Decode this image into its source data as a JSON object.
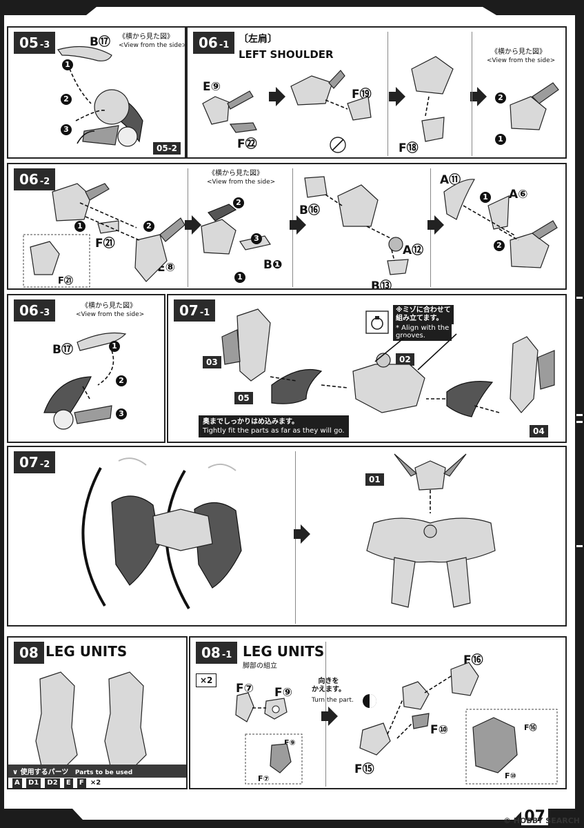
{
  "panels": {
    "p05_3": {
      "num": "05",
      "sub": "-3",
      "parts": [
        "B⑰"
      ],
      "side_jp": "《横から見た図》",
      "side_en": "<View from the side>",
      "ref": "05-2"
    },
    "p06_1": {
      "num": "06",
      "sub": "-1",
      "title_jp": "〔左肩〕",
      "title_en": "LEFT SHOULDER",
      "parts": [
        "E⑨",
        "F⑲",
        "F㉒",
        "F⑱"
      ],
      "side_jp": "《横から見た図》",
      "side_en": "<View from the side>"
    },
    "p06_2": {
      "num": "06",
      "sub": "-2",
      "parts": [
        "F㉑",
        "F㉑",
        "E⑧",
        "B❶",
        "B⑯",
        "A⑫",
        "B⑬",
        "A⑪",
        "A⑥"
      ],
      "side_jp": "《横から見た図》",
      "side_en": "<View from the side>"
    },
    "p06_3": {
      "num": "06",
      "sub": "-3",
      "parts": [
        "B⑰"
      ],
      "side_jp": "《横から見た図》",
      "side_en": "<View from the side>"
    },
    "p07_1": {
      "num": "07",
      "sub": "-1",
      "refs": [
        "03",
        "05",
        "02",
        "04"
      ],
      "note_jp": "※ミゾに合わせて\n組み立てます。",
      "note_en": "* Align with the\ngrooves.",
      "caption_jp": "奥までしっかりはめ込みます。",
      "caption_en": "Tightly fit the parts as far as they will go."
    },
    "p07_2": {
      "num": "07",
      "sub": "-2",
      "ref": "01"
    },
    "p08": {
      "num": "08",
      "title": "LEG UNITS",
      "parts_bar_jp": "使用するパーツ",
      "parts_bar_en": "Parts to be used",
      "chips": [
        "A",
        "D1",
        "D2",
        "E",
        "F"
      ],
      "multiplier": "×2"
    },
    "p08_1": {
      "num": "08",
      "sub": "-1",
      "title": "LEG UNITS",
      "title_jp": "脚部の組立",
      "x2": "×2",
      "parts": [
        "F⑦",
        "F⑨",
        "F⑨",
        "F⑦",
        "F⑯",
        "F⑩",
        "F⑮",
        "F⑯",
        "F⑩"
      ],
      "turn_jp": "向きを\nかえます。",
      "turn_en": "Turn the part."
    }
  },
  "page": {
    "number": "07",
    "watermark": "© HOBBY SEARCH"
  }
}
